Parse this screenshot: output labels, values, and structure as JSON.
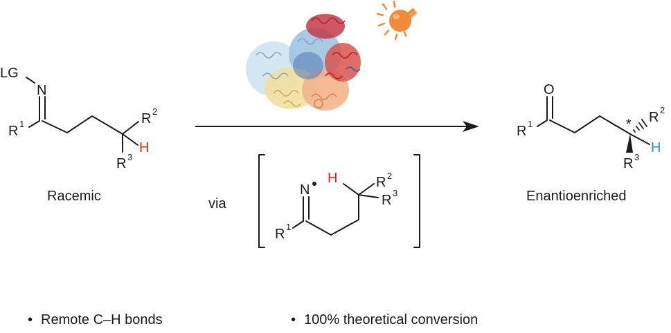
{
  "labels": {
    "lg": "LG",
    "n": "N",
    "o": "O",
    "r": "R",
    "h": "H",
    "sup1": "1",
    "sup2": "2",
    "sup3": "3",
    "star": "*"
  },
  "captions": {
    "left": "Racemic",
    "right": "Enantioenriched",
    "via": "via"
  },
  "bullets": [
    {
      "marker": "•",
      "text": "Remote C–H bonds"
    },
    {
      "marker": "•",
      "text": "100% theoretical conversion"
    }
  ],
  "colors": {
    "ink": "#1a1a1a",
    "h_red": "#e2231a",
    "h_blue": "#1f8fe6",
    "lamp_orange": "#f28a3a"
  },
  "icons": {
    "enzyme": "protein-structure-icon",
    "light": "light-bulb-icon"
  }
}
